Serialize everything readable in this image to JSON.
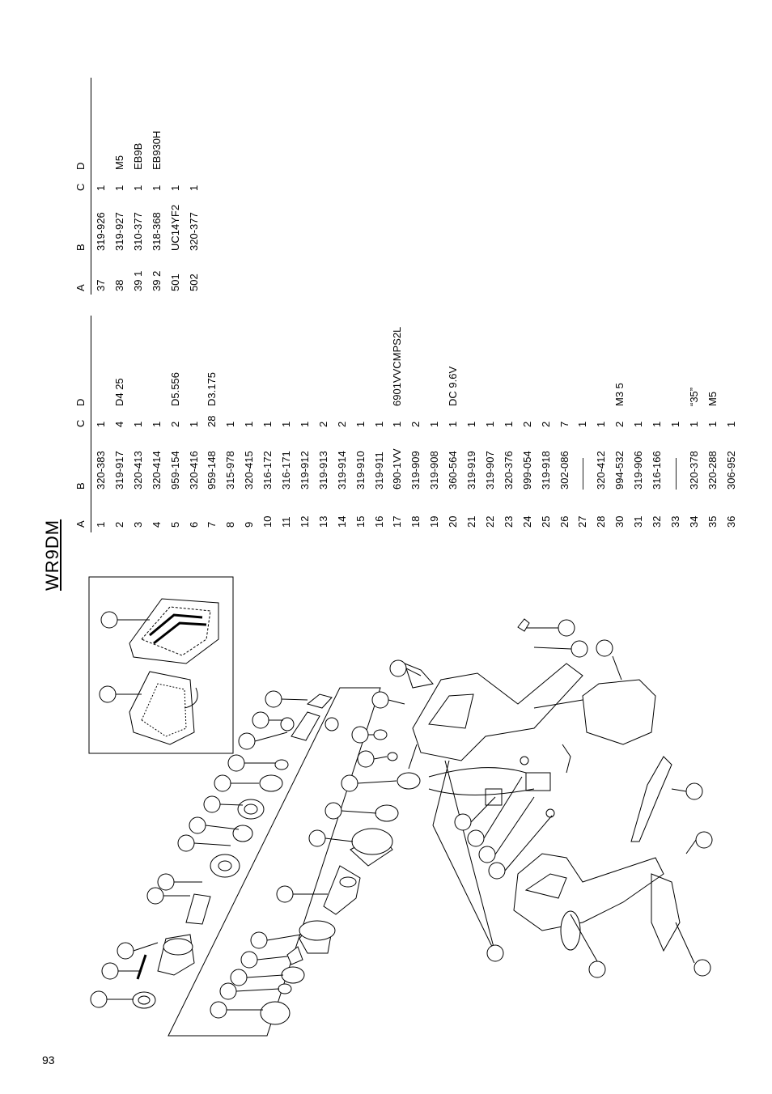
{
  "page_number": "93",
  "model": "WR9DM",
  "table1": {
    "headers": [
      "A",
      "B",
      "C",
      "D"
    ],
    "rows": [
      [
        "1",
        "320-383",
        "1",
        ""
      ],
      [
        "2",
        "319-917",
        "4",
        "D4  25"
      ],
      [
        "3",
        "320-413",
        "1",
        ""
      ],
      [
        "4",
        "320-414",
        "1",
        ""
      ],
      [
        "5",
        "959-154",
        "2",
        "D5.556"
      ],
      [
        "6",
        "320-416",
        "1",
        ""
      ],
      [
        "7",
        "959-148",
        "28",
        "D3.175"
      ],
      [
        "8",
        "315-978",
        "1",
        ""
      ],
      [
        "9",
        "320-415",
        "1",
        ""
      ],
      [
        "10",
        "316-172",
        "1",
        ""
      ],
      [
        "11",
        "316-171",
        "1",
        ""
      ],
      [
        "12",
        "319-912",
        "1",
        ""
      ],
      [
        "13",
        "319-913",
        "2",
        ""
      ],
      [
        "14",
        "319-914",
        "2",
        ""
      ],
      [
        "15",
        "319-910",
        "1",
        ""
      ],
      [
        "16",
        "319-911",
        "1",
        ""
      ],
      [
        "17",
        "690-1VV",
        "1",
        "6901VVCMPS2L"
      ],
      [
        "18",
        "319-909",
        "2",
        ""
      ],
      [
        "19",
        "319-908",
        "1",
        ""
      ],
      [
        "20",
        "360-564",
        "1",
        "DC  9.6V"
      ],
      [
        "21",
        "319-919",
        "1",
        ""
      ],
      [
        "22",
        "319-907",
        "1",
        ""
      ],
      [
        "23",
        "320-376",
        "1",
        ""
      ],
      [
        "24",
        "999-054",
        "2",
        ""
      ],
      [
        "25",
        "319-918",
        "2",
        ""
      ],
      [
        "26",
        "302-086",
        "7",
        ""
      ],
      [
        "27",
        "———",
        "1",
        ""
      ],
      [
        "28",
        "320-412",
        "1",
        ""
      ],
      [
        "30",
        "994-532",
        "2",
        "M3  5"
      ],
      [
        "31",
        "319-906",
        "1",
        ""
      ],
      [
        "32",
        "316-166",
        "1",
        ""
      ],
      [
        "33",
        "———",
        "1",
        ""
      ],
      [
        "34",
        "320-378",
        "1",
        "“35”"
      ],
      [
        "35",
        "320-288",
        "1",
        "M5"
      ],
      [
        "36",
        "306-952",
        "1",
        ""
      ]
    ]
  },
  "table2": {
    "headers": [
      "A",
      "B",
      "C",
      "D"
    ],
    "rows": [
      [
        "37",
        "319-926",
        "1",
        ""
      ],
      [
        "38",
        "319-927",
        "1",
        "M5"
      ],
      [
        "39  1",
        "310-377",
        "1",
        "EB9B"
      ],
      [
        "39  2",
        "318-368",
        "1",
        "EB930H"
      ],
      [
        "501",
        "UC14YF2",
        "1",
        ""
      ],
      [
        "502",
        "320-377",
        "1",
        ""
      ]
    ]
  }
}
